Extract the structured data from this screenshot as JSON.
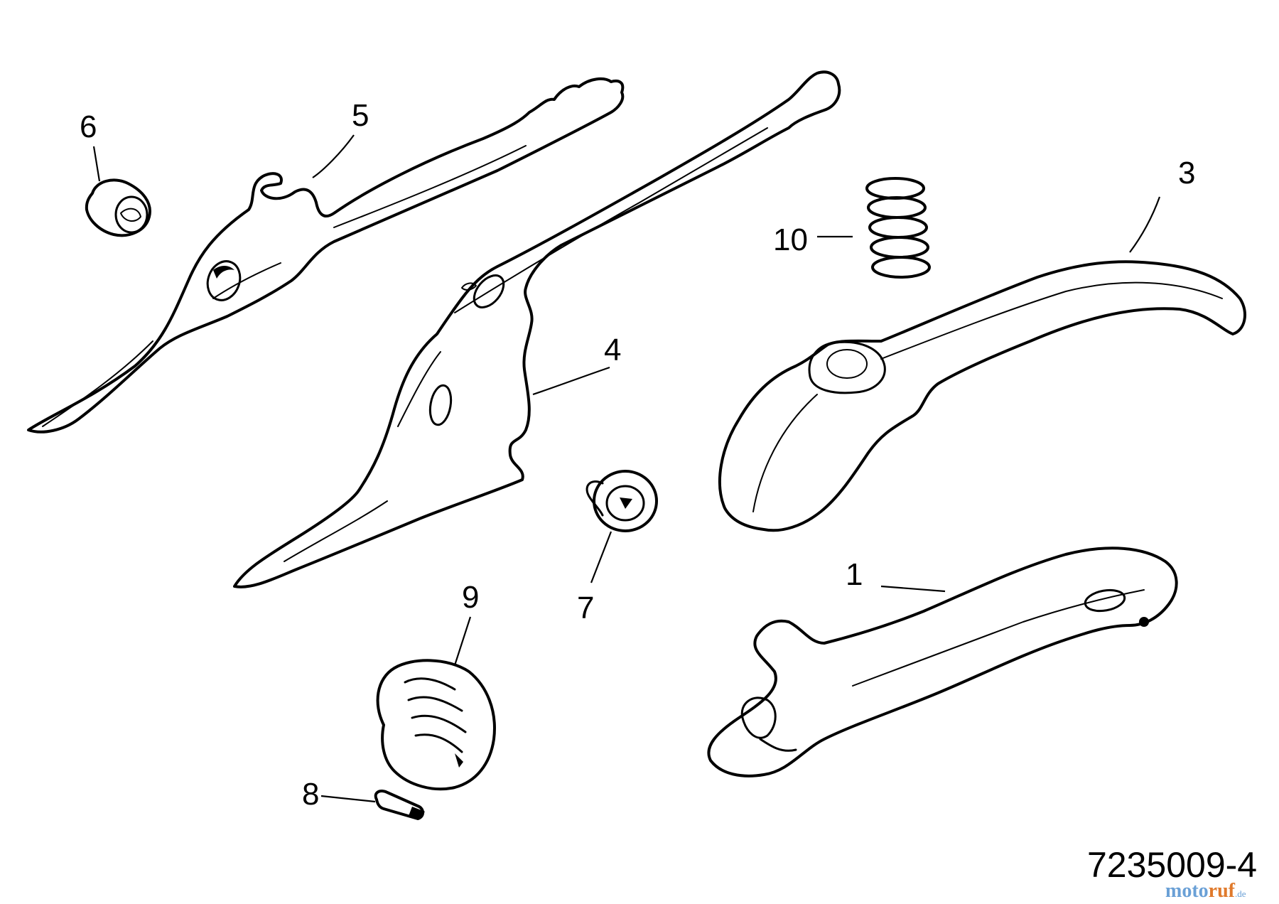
{
  "drawing_number": "7235009-4",
  "watermark": {
    "part1": "moto",
    "part2": "ruf",
    "part3": ".de"
  },
  "callouts": [
    {
      "id": "1",
      "label": "1"
    },
    {
      "id": "3",
      "label": "3"
    },
    {
      "id": "4",
      "label": "4"
    },
    {
      "id": "5",
      "label": "5"
    },
    {
      "id": "6",
      "label": "6"
    },
    {
      "id": "7",
      "label": "7"
    },
    {
      "id": "8",
      "label": "8"
    },
    {
      "id": "9",
      "label": "9"
    },
    {
      "id": "10",
      "label": "10"
    }
  ],
  "colors": {
    "line": "#000000",
    "background": "#ffffff",
    "watermark_blue": "#6aa0d6",
    "watermark_orange": "#e07a2c"
  }
}
